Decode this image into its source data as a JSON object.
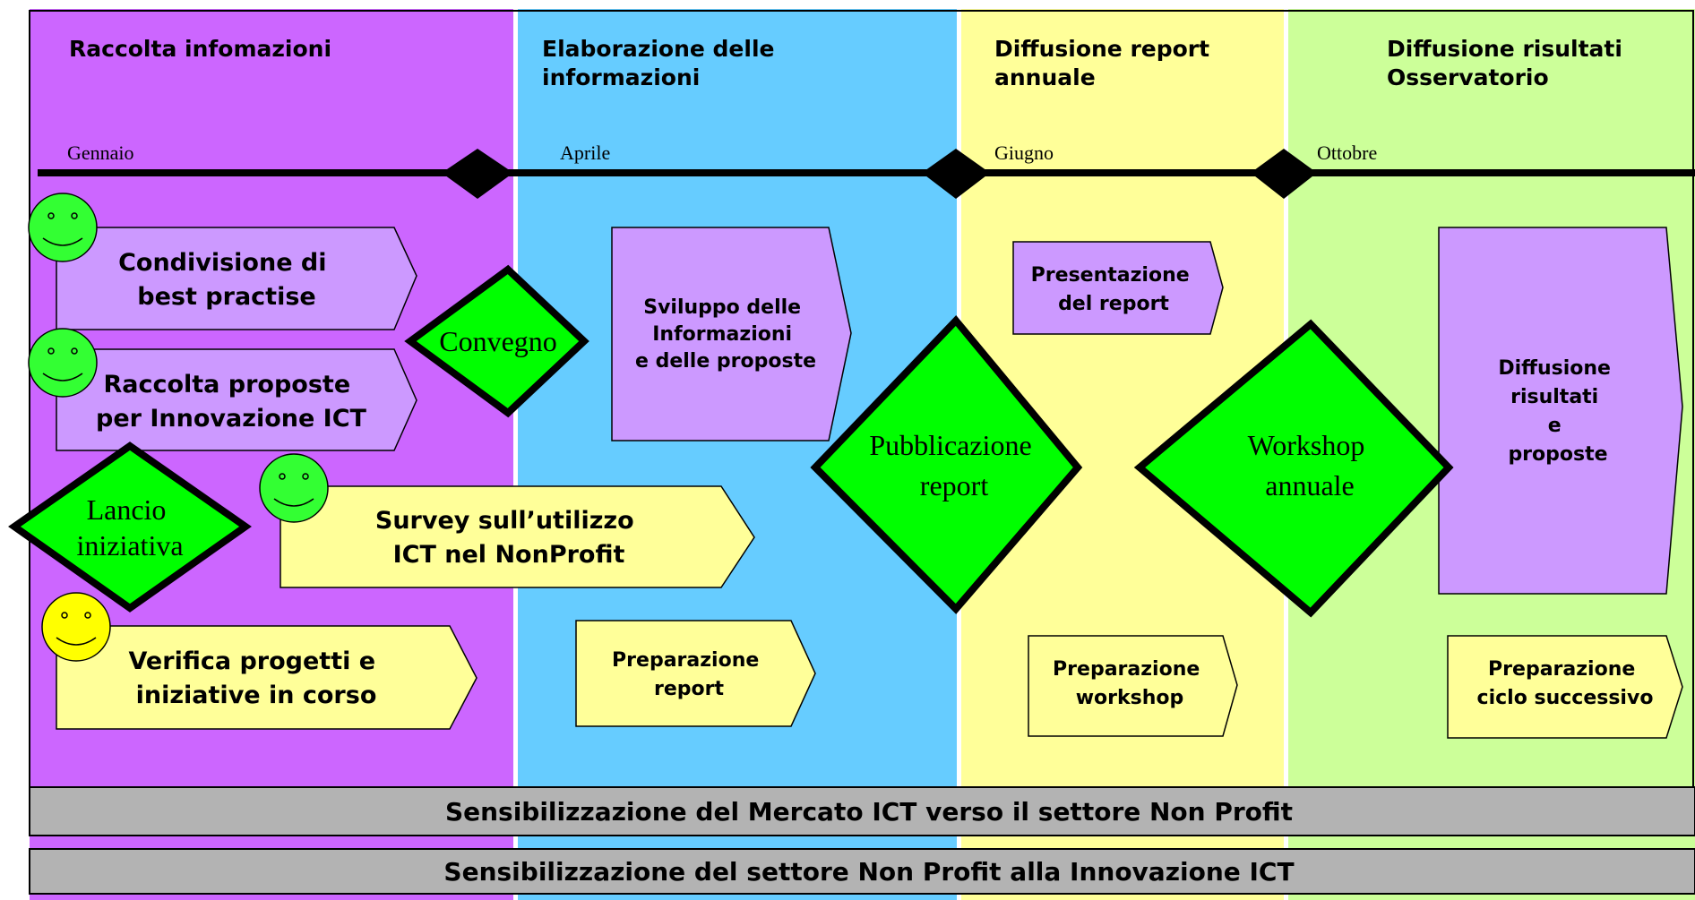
{
  "colors": {
    "phase1": "#cc66ff",
    "phase2": "#66ccff",
    "phase3": "#ffff99",
    "phase4": "#ccff99",
    "purple_box": "#cc99ff",
    "yellow_box": "#ffff99",
    "diamond": "#00ff00",
    "smiley_green": "#33ff33",
    "smiley_yellow": "#ffff00",
    "band": "#b3b3b3"
  },
  "phases": [
    {
      "title": [
        "Raccolta infomazioni"
      ],
      "month": "Gennaio"
    },
    {
      "title": [
        "Elaborazione delle",
        "informazioni"
      ],
      "month": "Aprile"
    },
    {
      "title": [
        "Diffusione report",
        "annuale"
      ],
      "month": "Giugno"
    },
    {
      "title": [
        "Diffusione risultati",
        "Osservatorio"
      ],
      "month": "Ottobre"
    }
  ],
  "boxes": {
    "condivisione": [
      "Condivisione di",
      "best practise"
    ],
    "raccolta_proposte": [
      "Raccolta proposte",
      "per Innovazione ICT"
    ],
    "survey": [
      "Survey sull’utilizzo",
      "ICT nel NonProfit"
    ],
    "verifica": [
      "Verifica progetti e",
      "iniziative in corso"
    ],
    "sviluppo": [
      "Sviluppo delle",
      "Informazioni",
      "e  delle proposte"
    ],
    "prep_report": [
      "Preparazione",
      "report"
    ],
    "presentazione": [
      "Presentazione",
      "del report"
    ],
    "prep_workshop": [
      "Preparazione",
      "workshop"
    ],
    "diffusione": [
      "Diffusione",
      "risultati",
      "e",
      "proposte"
    ],
    "prep_ciclo": [
      "Preparazione",
      "ciclo successivo"
    ]
  },
  "diamonds": {
    "convegno": [
      "Convegno"
    ],
    "lancio": [
      "Lancio",
      "iniziativa"
    ],
    "pubblicazione": [
      "Pubblicazione",
      "report"
    ],
    "workshop": [
      "Workshop",
      "annuale"
    ]
  },
  "bands": [
    "Sensibilizzazione del Mercato ICT verso il settore Non Profit",
    "Sensibilizzazione del settore Non Profit alla Innovazione ICT"
  ]
}
